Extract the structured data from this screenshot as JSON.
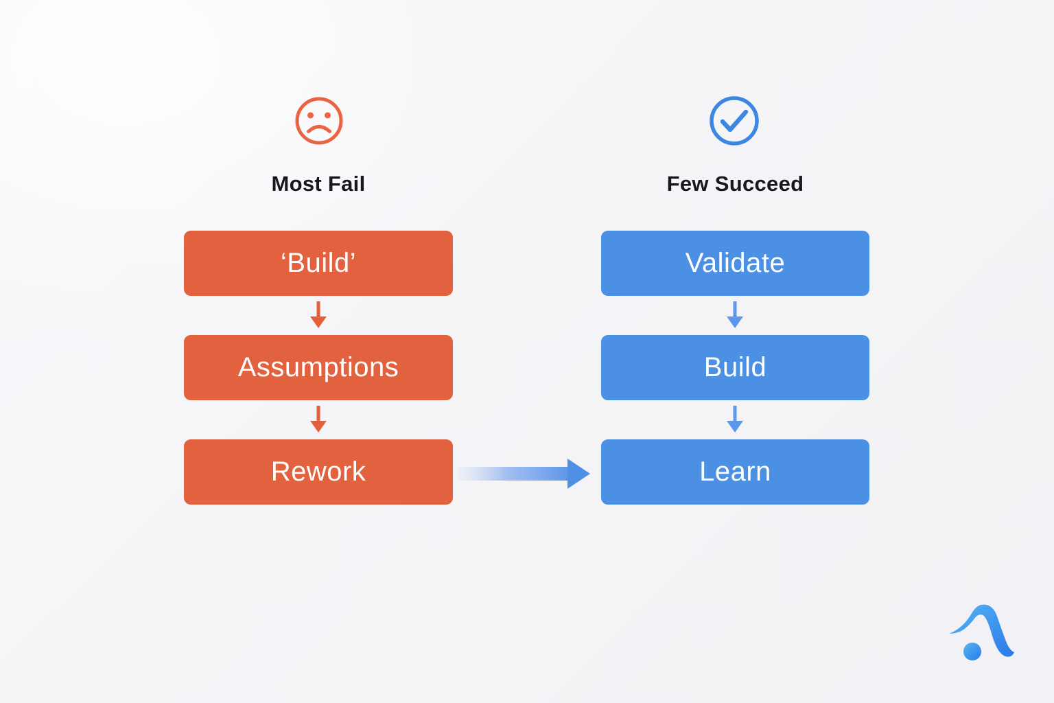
{
  "canvas": {
    "background": "#f4f4f7",
    "text_color": "#17171f"
  },
  "fail_column": {
    "icon": "sad-face",
    "title": "Most Fail",
    "accent_color": "#ea6342",
    "box_color": "#e2613e",
    "arrow_color": "#e5603a",
    "steps": [
      "‘Build’",
      "Assumptions",
      "Rework"
    ]
  },
  "succeed_column": {
    "icon": "check-circle",
    "title": "Few Succeed",
    "accent_color": "#3c87e2",
    "box_color": "#4c90e4",
    "arrow_color": "#5b97ea",
    "steps": [
      "Validate",
      "Build",
      "Learn"
    ]
  },
  "flow_arrow": {
    "from": "Rework",
    "to": "Learn",
    "color": "#4f90e6"
  },
  "logo": {
    "name": "brand-logo",
    "color_light": "#55b6f5",
    "color_dark": "#2b79e8"
  },
  "box_text_color": "#ffffff"
}
